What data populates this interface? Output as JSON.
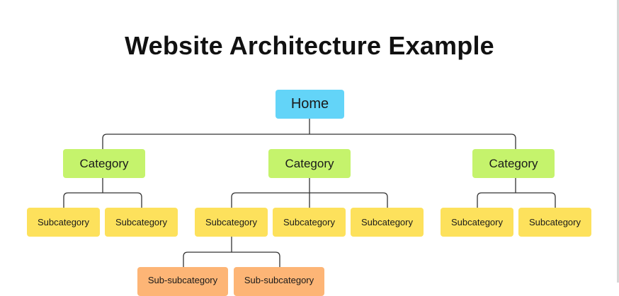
{
  "title": "Website Architecture Example",
  "home": {
    "label": "Home"
  },
  "categories": [
    {
      "label": "Category"
    },
    {
      "label": "Category"
    },
    {
      "label": "Category"
    }
  ],
  "subcategories": [
    {
      "label": "Subcategory",
      "parent": 0
    },
    {
      "label": "Subcategory",
      "parent": 0
    },
    {
      "label": "Subcategory",
      "parent": 1
    },
    {
      "label": "Subcategory",
      "parent": 1
    },
    {
      "label": "Subcategory",
      "parent": 1
    },
    {
      "label": "Subcategory",
      "parent": 2
    },
    {
      "label": "Subcategory",
      "parent": 2
    }
  ],
  "subsubcategories": [
    {
      "label": "Sub-subcategory",
      "parent": 2
    },
    {
      "label": "Sub-subcategory",
      "parent": 2
    }
  ],
  "colors": {
    "home": "#63d4f8",
    "category": "#c5f36c",
    "subcategory": "#fde15c",
    "subsubcategory": "#fdb576",
    "connector": "#333333"
  }
}
